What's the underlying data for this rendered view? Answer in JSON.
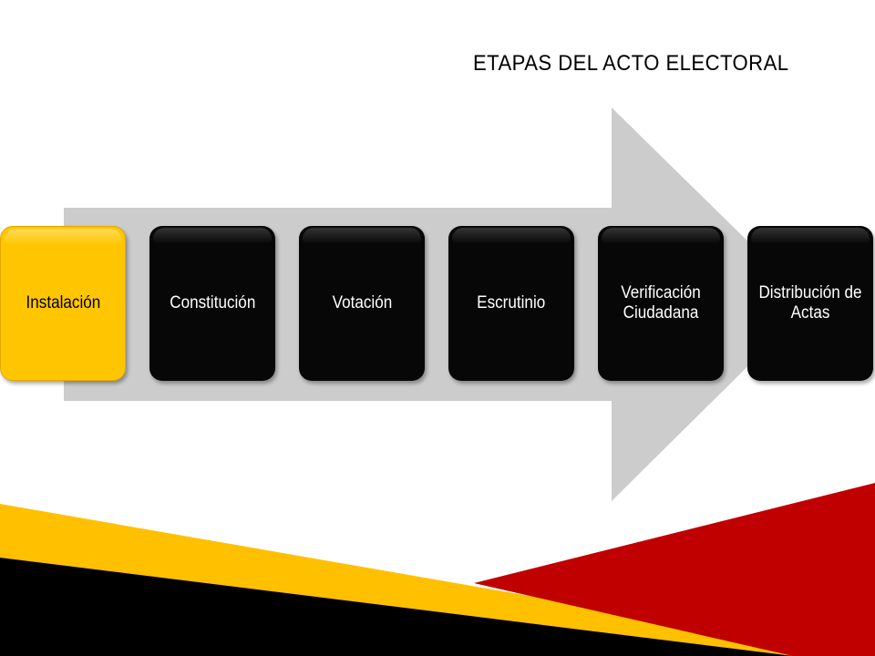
{
  "title": "ETAPAS DEL ACTO ELECTORAL",
  "steps": [
    {
      "label": "Instalación",
      "active": true
    },
    {
      "label": "Constitución",
      "active": false
    },
    {
      "label": "Votación",
      "active": false
    },
    {
      "label": "Escrutinio",
      "active": false
    },
    {
      "label": "Verificación Ciudadana",
      "active": false
    },
    {
      "label": "Distribución de Actas",
      "active": false
    }
  ],
  "colors": {
    "arrow": "#cccccc",
    "step_fill": "#070707",
    "step_active_fill": "#ffc600",
    "band_yellow": "#ffc000",
    "band_red": "#c00000",
    "band_black": "#000000"
  }
}
